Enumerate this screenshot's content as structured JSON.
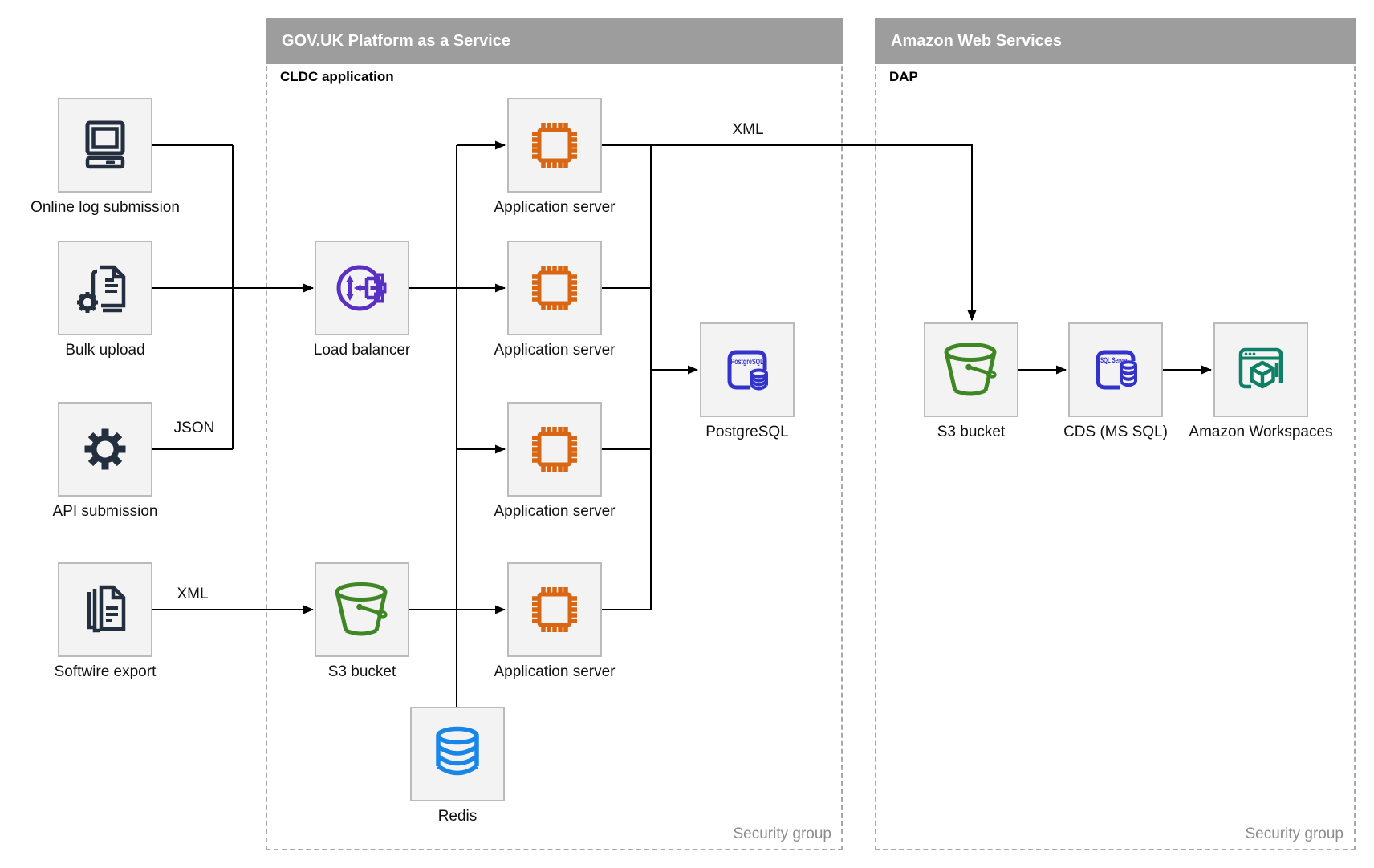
{
  "sources": {
    "online_log": {
      "label": "Online log submission"
    },
    "bulk_upload": {
      "label": "Bulk upload"
    },
    "api_submission": {
      "label": "API submission"
    },
    "softwire_export": {
      "label": "Softwire export"
    }
  },
  "govuk": {
    "header": "GOV.UK Platform as a Service",
    "sublabel": "CLDC application",
    "security_group": "Security group",
    "nodes": {
      "load_balancer": {
        "label": "Load balancer"
      },
      "app_server_1": {
        "label": "Application server"
      },
      "app_server_2": {
        "label": "Application server"
      },
      "app_server_3": {
        "label": "Application server"
      },
      "app_server_4": {
        "label": "Application server"
      },
      "postgresql": {
        "label": "PostgreSQL",
        "icon_text": "PostgreSQL"
      },
      "s3_bucket": {
        "label": "S3 bucket"
      },
      "redis": {
        "label": "Redis"
      }
    }
  },
  "aws": {
    "header": "Amazon Web Services",
    "sublabel": "DAP",
    "security_group": "Security group",
    "nodes": {
      "s3_bucket": {
        "label": "S3 bucket"
      },
      "cds": {
        "label": "CDS (MS SQL)",
        "icon_text": "SQL Server"
      },
      "workspaces": {
        "label": "Amazon Workspaces"
      }
    }
  },
  "edge_labels": {
    "json": "JSON",
    "xml_export": "XML",
    "xml_to_aws": "XML"
  },
  "colors": {
    "header_bg": "#9D9D9D",
    "node_bg": "#F3F3F3",
    "node_border": "#BBBBBB",
    "dashed_border": "#A8A8A8",
    "line": "#000000",
    "security_text": "#8C8C8C",
    "navy": "#232F3E",
    "orange": "#D86613",
    "purple": "#5A2FC4",
    "green": "#3F8624",
    "indigo": "#3333CC",
    "redis_blue": "#1786E8",
    "teal": "#0E8066"
  }
}
